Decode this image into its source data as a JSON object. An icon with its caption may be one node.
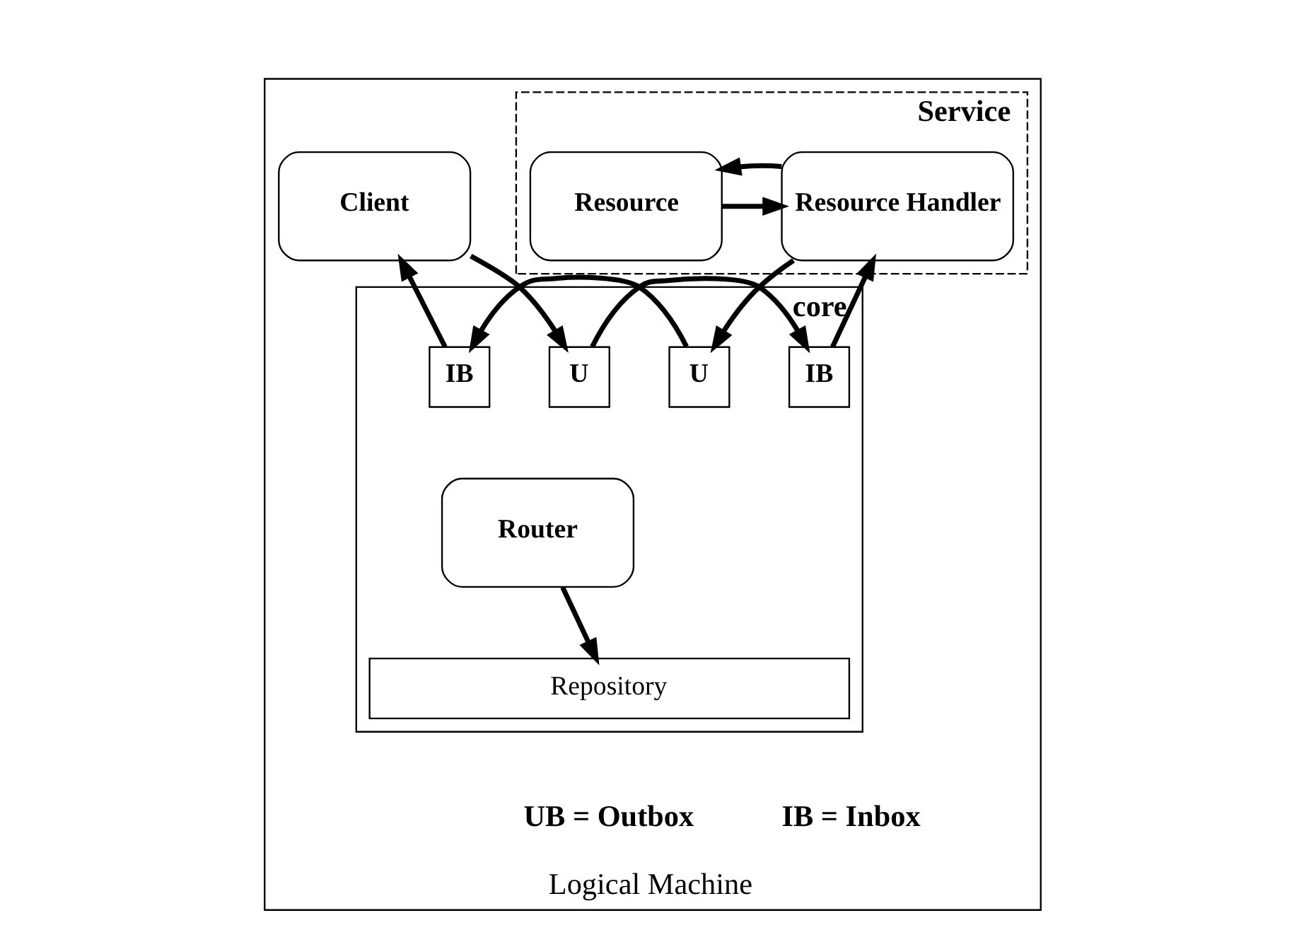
{
  "diagram": {
    "nodes": [
      {
        "text": [
          "Logical Machine"
        ]
      },
      {
        "text": [
          "Client"
        ],
        "in": 0
      },
      {
        "text": [
          "Service"
        ],
        "in": 0
      },
      {
        "text": [
          "Resource Handler"
        ],
        "in": 2
      },
      {
        "text": [
          "Resource"
        ],
        "in": 2
      },
      {
        "text": [
          "core"
        ],
        "in": 0
      },
      {
        "text": [
          "U"
        ],
        "in": 5
      },
      {
        "text": [
          "IB"
        ],
        "in": 5
      },
      {
        "text": [
          "U"
        ],
        "in": 5
      },
      {
        "text": [
          "IB"
        ],
        "in": 5
      },
      {
        "text": [
          "Router"
        ],
        "in": 5
      },
      {
        "text": [
          "Repository"
        ],
        "in": 5
      }
    ],
    "edges": [
      {
        "from": 1,
        "to": 6,
        "arrow": "to"
      },
      {
        "from": 7,
        "to": 1,
        "arrow": "to"
      },
      {
        "from": 3,
        "to": 8,
        "arrow": "to"
      },
      {
        "from": 9,
        "to": 3,
        "arrow": "to"
      },
      {
        "from": 4,
        "to": 3,
        "arrow": "to"
      },
      {
        "from": 3,
        "to": 4,
        "arrow": "to"
      },
      {
        "from": 6,
        "to": 9,
        "arrow": "to"
      },
      {
        "from": 8,
        "to": 7,
        "arrow": "to"
      },
      {
        "from": 10,
        "to": 11,
        "arrow": "to"
      }
    ],
    "labels": [
      "UB = Outbox",
      "IB = Inbox"
    ]
  }
}
